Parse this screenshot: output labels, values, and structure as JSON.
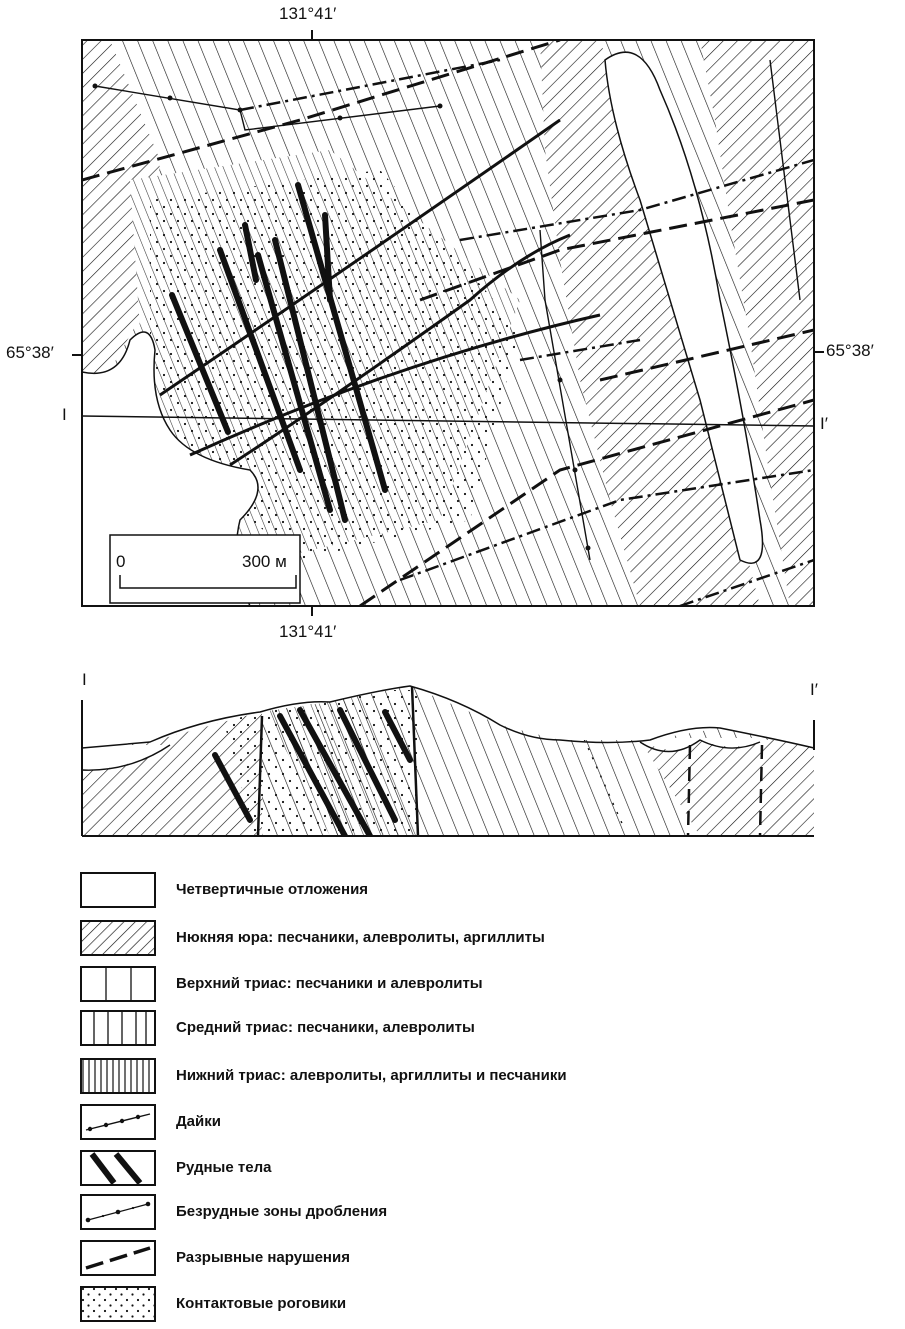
{
  "map": {
    "coords": {
      "lon_top": "131°41′",
      "lon_bottom": "131°41′",
      "lat_left": "65°38′",
      "lat_right": "65°38′"
    },
    "profile_marks": {
      "start": "I",
      "end": "I′"
    },
    "scale": {
      "zero": "0",
      "max": "300 м"
    }
  },
  "section": {
    "start": "I",
    "end": "I′"
  },
  "legend": {
    "items": [
      {
        "pattern": "blank",
        "label": "Четвертичные отложения"
      },
      {
        "pattern": "diagonal",
        "label": "Нюкняя юра: песчаники, алевролиты, аргиллиты"
      },
      {
        "pattern": "vertical-wide",
        "label": "Верхний триас: песчаники и алевролиты"
      },
      {
        "pattern": "vertical-medium",
        "label": "Средний триас: песчаники, алевролиты"
      },
      {
        "pattern": "vertical-dense",
        "label": "Нижний триас: алевролиты, аргиллиты и песчаники"
      },
      {
        "pattern": "dyke-line",
        "label": "Дайки"
      },
      {
        "pattern": "ore-bodies",
        "label": "Рудные тела"
      },
      {
        "pattern": "crush-zone",
        "label": "Безрудные зоны дробления"
      },
      {
        "pattern": "fault",
        "label": "Разрывные нарушения"
      },
      {
        "pattern": "dots",
        "label": "Контактовые роговики"
      }
    ]
  },
  "colors": {
    "ink": "#111111",
    "paper": "#ffffff"
  }
}
